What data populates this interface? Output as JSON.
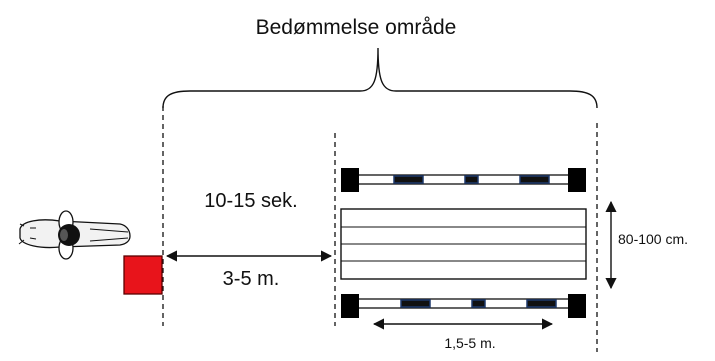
{
  "labels": {
    "judging_area": "Bedømmelse område",
    "time": "10-15 sek.",
    "distance": "3-5 m.",
    "width": "80-100 cm.",
    "pole_spacing": "1,5-5 m."
  },
  "colors": {
    "line": "#111111",
    "marker_fill": "#e8141b",
    "marker_stroke": "#5a0000",
    "pole_band": "#1f3a6e",
    "post": "#000000"
  }
}
